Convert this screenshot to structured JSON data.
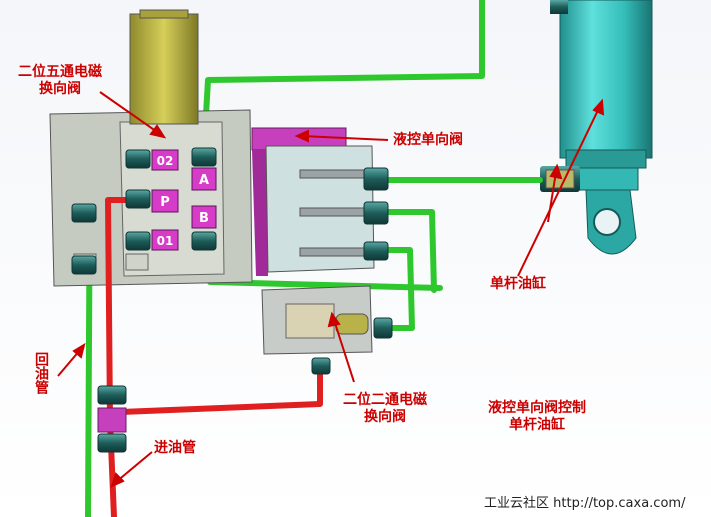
{
  "labels": {
    "valve_5way_line1": "二位五通电磁",
    "valve_5way_line2": "换向阀",
    "pilot_check": "液控单向阀",
    "single_rod_cylinder": "单杆油缸",
    "return_pipe": "回油管",
    "valve_2way_line1": "二位二通电磁",
    "valve_2way_line2": "换向阀",
    "caption_line1": "液控单向阀控制",
    "caption_line2": "单杆油缸",
    "inlet_pipe": "进油管"
  },
  "ports": {
    "p02": "02",
    "pA": "A",
    "pP": "P",
    "pB": "B",
    "p01": "01"
  },
  "footer": "工业云社区 http://top.caxa.com/",
  "colors": {
    "annotation": "#cc0000",
    "pressure_line": "#e02020",
    "return_line": "#2ec82e",
    "port_marker": "#d63cc8",
    "cylinder": "#3cc8c4",
    "valve_body": "#c8ccc4",
    "solenoid": "#b8b040"
  }
}
